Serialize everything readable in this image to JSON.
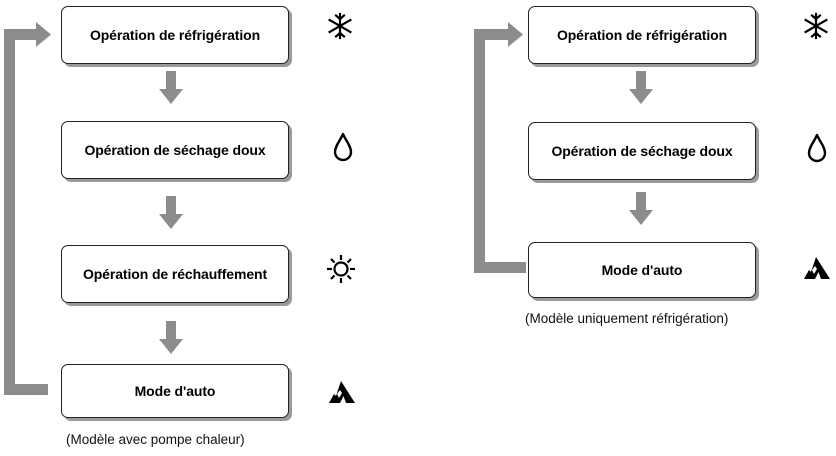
{
  "left_panel": {
    "steps": [
      {
        "label": "Opération de réfrigération",
        "icon": "snowflake-icon"
      },
      {
        "label": "Opération de séchage doux",
        "icon": "droplet-icon"
      },
      {
        "label": "Opération de réchauffement",
        "icon": "sun-icon"
      },
      {
        "label": "Mode d'auto",
        "icon": "auto-mode-icon"
      }
    ],
    "caption": "(Modèle avec pompe chaleur)"
  },
  "right_panel": {
    "steps": [
      {
        "label": "Opération de réfrigération",
        "icon": "snowflake-icon"
      },
      {
        "label": "Opération de séchage doux",
        "icon": "droplet-icon"
      },
      {
        "label": "Mode d'auto",
        "icon": "auto-mode-icon"
      }
    ],
    "caption": "(Modèle uniquement réfrigération)"
  },
  "colors": {
    "arrow": "#8c8c8c",
    "box_border": "#222222",
    "box_shadow": "#9a9a9a"
  }
}
